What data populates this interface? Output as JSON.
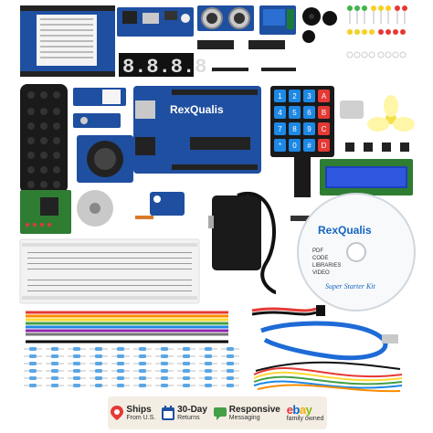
{
  "image": {
    "board_label": "RexQualis",
    "cd_label": "RexQualis",
    "cd_menu": [
      "PDF",
      "CODE",
      "LIBRARIES",
      "VIDEO"
    ],
    "cd_title": "Super Starter Kit",
    "lcd_text": "",
    "keypad_keys": [
      "1",
      "2",
      "3",
      "A",
      "4",
      "5",
      "6",
      "B",
      "7",
      "8",
      "9",
      "C",
      "*",
      "0",
      "#",
      "D"
    ]
  },
  "footer": {
    "ships": {
      "title": "Ships",
      "sub": "From U.S."
    },
    "returns": {
      "title": "30-Day",
      "sub": "Returns"
    },
    "messaging": {
      "title": "Responsive",
      "sub": "Messaging"
    },
    "ebay": {
      "logo": "ebay",
      "sub": "family owned"
    }
  },
  "colors": {
    "pcb_blue": "#1f4fa0",
    "pcb_green": "#2e7d32",
    "cd_blue": "#1565c0",
    "footer_bg": "#f3ede4"
  }
}
